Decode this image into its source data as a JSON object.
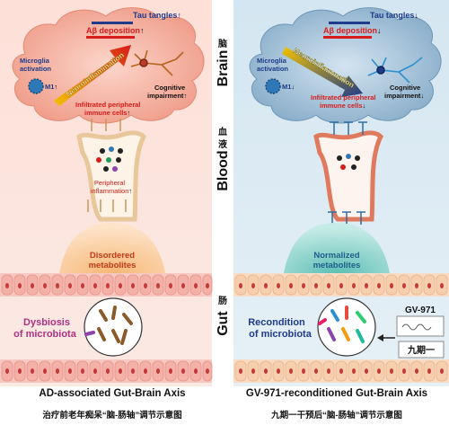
{
  "left_panel": {
    "tau": "Tau tangles",
    "abeta": "Aβ deposition",
    "microglia": "Microglia",
    "activation": "activation",
    "m1": "M1",
    "neuro": "Neuroinflammation",
    "cognitive": "Cognitive",
    "impairment": "impairment",
    "infiltrated1": "Infiltrated peripheral",
    "infiltrated2": "immune cells",
    "peripheral1": "Peripheral",
    "peripheral2": "inflammation",
    "metabolites1": "Disordered",
    "metabolites2": "metabolites",
    "dysbiosis1": "Dysbiosis",
    "dysbiosis2": "of microbiota",
    "caption_en": "AD-associated Gut-Brain Axis",
    "caption_cn": "治疗前老年痴呆“脑-肠轴”调节示意图"
  },
  "right_panel": {
    "tau": "Tau tangles",
    "abeta": "Aβ deposition",
    "microglia": "Microglia",
    "activation": "activation",
    "m1": "M1",
    "neuro": "Neuroinflammation",
    "cognitive": "Cognitive",
    "impairment": "impairment",
    "infiltrated1": "Infiltrated peripheral",
    "infiltrated2": "immune cells",
    "metabolites1": "Normalized",
    "metabolites2": "metabolites",
    "recondition1": "Recondition",
    "recondition2": "of microbiota",
    "drug": "GV-971",
    "drug_cn": "九期一",
    "caption_en": "GV-971-reconditioned Gut-Brain Axis",
    "caption_cn": "九期一干预后“脑-肠轴”调节示意图"
  },
  "center_labels": {
    "brain": "Brain",
    "blood": "Blood",
    "gut": "Gut",
    "brain_cn": "脑",
    "blood_cn1": "血",
    "blood_cn2": "液",
    "gut_cn": "肠"
  },
  "arrows": {
    "up": "↑",
    "down": "↓"
  },
  "colors": {
    "left_bg": "#fbe3dc",
    "right_bg": "#d8e8f1",
    "left_cloud": "#f0a08a",
    "right_cloud": "#8fb3cf",
    "vessel": "#d96b4f",
    "gut_cell": "#f4b7b0",
    "nucleus": "#c23a3a"
  }
}
